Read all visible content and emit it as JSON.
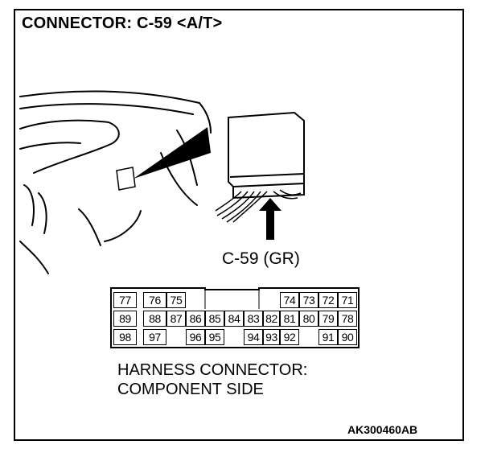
{
  "title": "CONNECTOR: C-59 <A/T>",
  "connector_label": "C-59 (GR)",
  "caption_line1": "HARNESS CONNECTOR:",
  "caption_line2": "COMPONENT SIDE",
  "figure_code": "AK300460AB",
  "pins": {
    "row1": [
      "77",
      "76",
      "75",
      "74",
      "73",
      "72",
      "71"
    ],
    "row2": [
      "89",
      "88",
      "87",
      "86",
      "85",
      "84",
      "83",
      "82",
      "81",
      "80",
      "79",
      "78"
    ],
    "row3": [
      "98",
      "97",
      "96",
      "95",
      "94",
      "93",
      "92",
      "91",
      "90"
    ]
  }
}
